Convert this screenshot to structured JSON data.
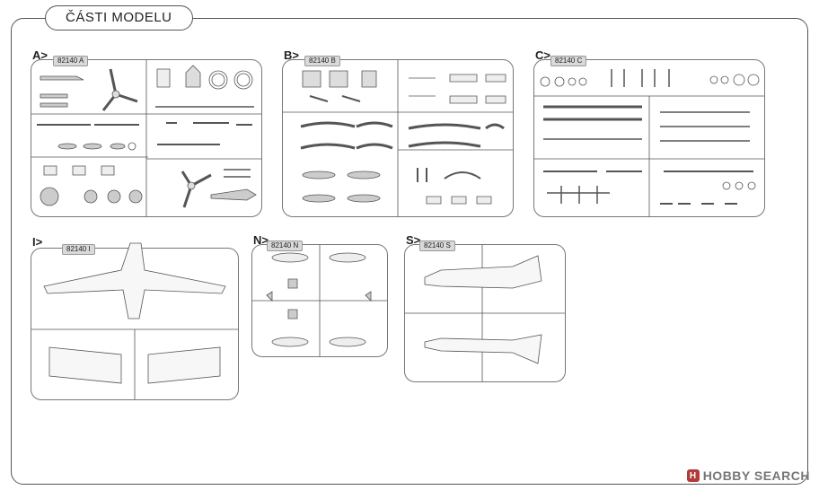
{
  "page_title": "ČÁSTI MODELU",
  "sections": [
    {
      "letter": "A>",
      "code": "82140 A"
    },
    {
      "letter": "B>",
      "code": "82140 B"
    },
    {
      "letter": "C>",
      "code": "82140 C"
    },
    {
      "letter": "I>",
      "code": "82140 I"
    },
    {
      "letter": "N>",
      "code": "82140 N"
    },
    {
      "letter": "S>",
      "code": "82140 S"
    }
  ],
  "watermark": "HOBBY SEARCH",
  "colors": {
    "line": "#555555",
    "sprue": "#777777",
    "tag_bg": "#d9d9d9",
    "brand": "#b33a3a"
  }
}
